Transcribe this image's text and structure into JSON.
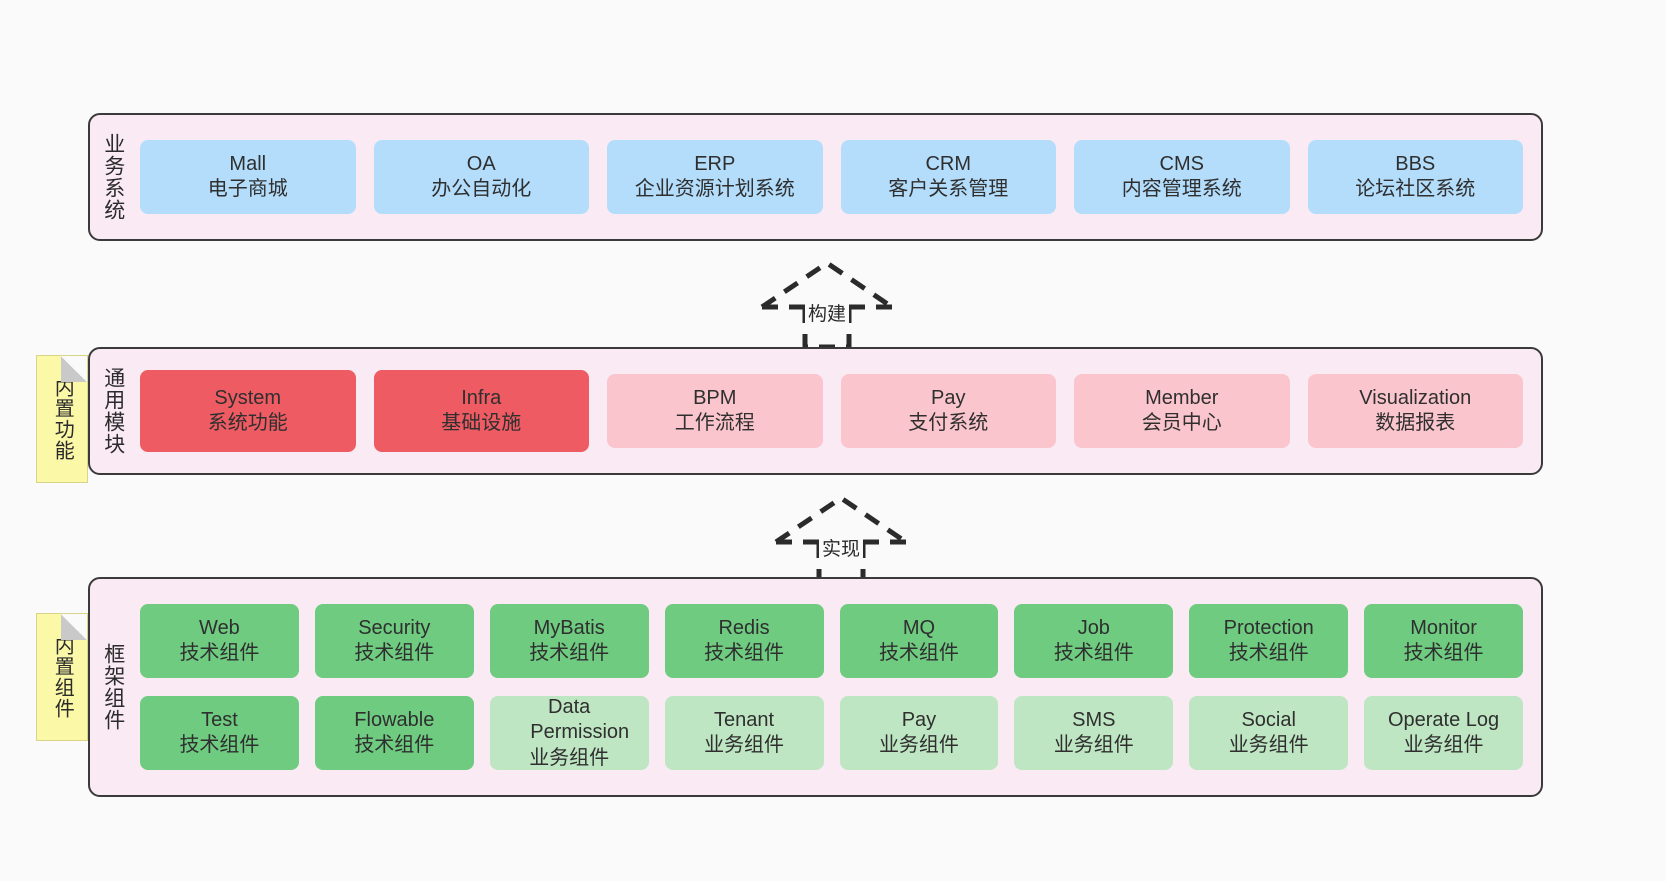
{
  "diagram": {
    "background_color": "#fafafa",
    "panel_color": "#faeaf4",
    "panel_border_color": "#3a3a3a",
    "note_color": "#fbf8a8"
  },
  "layers": [
    {
      "id": "business-systems",
      "title": "业务系统",
      "cards": [
        {
          "en": "Mall",
          "cn": "电子商城",
          "color": "#b3ddfb"
        },
        {
          "en": "OA",
          "cn": "办公自动化",
          "color": "#b3ddfb"
        },
        {
          "en": "ERP",
          "cn": "企业资源计划系统",
          "color": "#b3ddfb"
        },
        {
          "en": "CRM",
          "cn": "客户关系管理",
          "color": "#b3ddfb"
        },
        {
          "en": "CMS",
          "cn": "内容管理系统",
          "color": "#b3ddfb"
        },
        {
          "en": "BBS",
          "cn": "论坛社区系统",
          "color": "#b3ddfb"
        }
      ]
    },
    {
      "id": "common-modules",
      "title": "通用模块",
      "note": "内置功能",
      "cards": [
        {
          "en": "System",
          "cn": "系统功能",
          "color": "#ef5b63"
        },
        {
          "en": "Infra",
          "cn": "基础设施",
          "color": "#ef5b63"
        },
        {
          "en": "BPM",
          "cn": "工作流程",
          "color": "#fbc5cd"
        },
        {
          "en": "Pay",
          "cn": "支付系统",
          "color": "#fbc5cd"
        },
        {
          "en": "Member",
          "cn": "会员中心",
          "color": "#fbc5cd"
        },
        {
          "en": "Visualization",
          "cn": "数据报表",
          "color": "#fbc5cd"
        }
      ]
    },
    {
      "id": "framework-components",
      "title": "框架组件",
      "note": "内置组件",
      "rows": [
        [
          {
            "en": "Web",
            "cn": "技术组件",
            "color": "#6ecb80"
          },
          {
            "en": "Security",
            "cn": "技术组件",
            "color": "#6ecb80"
          },
          {
            "en": "MyBatis",
            "cn": "技术组件",
            "color": "#6ecb80"
          },
          {
            "en": "Redis",
            "cn": "技术组件",
            "color": "#6ecb80"
          },
          {
            "en": "MQ",
            "cn": "技术组件",
            "color": "#6ecb80"
          },
          {
            "en": "Job",
            "cn": "技术组件",
            "color": "#6ecb80"
          },
          {
            "en": "Protection",
            "cn": "技术组件",
            "color": "#6ecb80"
          },
          {
            "en": "Monitor",
            "cn": "技术组件",
            "color": "#6ecb80"
          }
        ],
        [
          {
            "en": "Test",
            "cn": "技术组件",
            "color": "#6ecb80"
          },
          {
            "en": "Flowable",
            "cn": "技术组件",
            "color": "#6ecb80"
          },
          {
            "en": "Data Permission",
            "cn": "业务组件",
            "color": "#bfe6c3"
          },
          {
            "en": "Tenant",
            "cn": "业务组件",
            "color": "#bfe6c3"
          },
          {
            "en": "Pay",
            "cn": "业务组件",
            "color": "#bfe6c3"
          },
          {
            "en": "SMS",
            "cn": "业务组件",
            "color": "#bfe6c3"
          },
          {
            "en": "Social",
            "cn": "业务组件",
            "color": "#bfe6c3"
          },
          {
            "en": "Operate Log",
            "cn": "业务组件",
            "color": "#bfe6c3"
          }
        ]
      ]
    }
  ],
  "connectors": [
    {
      "id": "build",
      "label": "构建"
    },
    {
      "id": "implement",
      "label": "实现"
    }
  ]
}
